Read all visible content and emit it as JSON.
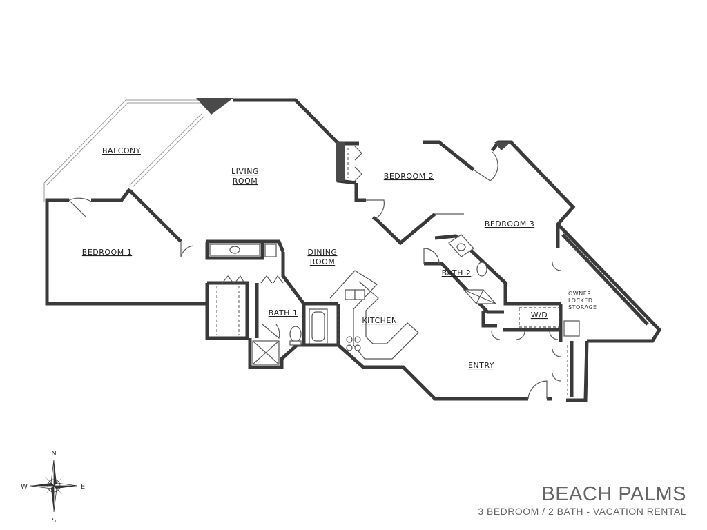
{
  "rooms": {
    "balcony": "BALCONY",
    "living_line1": "LIVING",
    "living_line2": "ROOM",
    "bedroom2": "BEDROOM 2",
    "bedroom3": "BEDROOM 3",
    "bedroom1": "BEDROOM 1",
    "dining_line1": "DINING",
    "dining_line2": "ROOM",
    "bath2": "BATH 2",
    "bath1": "BATH 1",
    "kitchen": "KITCHEN",
    "wd": "W/D",
    "storage_line1": "OWNER",
    "storage_line2": "LOCKED",
    "storage_line3": "STORAGE",
    "entry": "ENTRY"
  },
  "compass": {
    "n": "N",
    "s": "S",
    "e": "E",
    "w": "W"
  },
  "title": {
    "main": "BEACH PALMS",
    "sub": "3 BEDROOM / 2 BATH - VACATION RENTAL"
  }
}
